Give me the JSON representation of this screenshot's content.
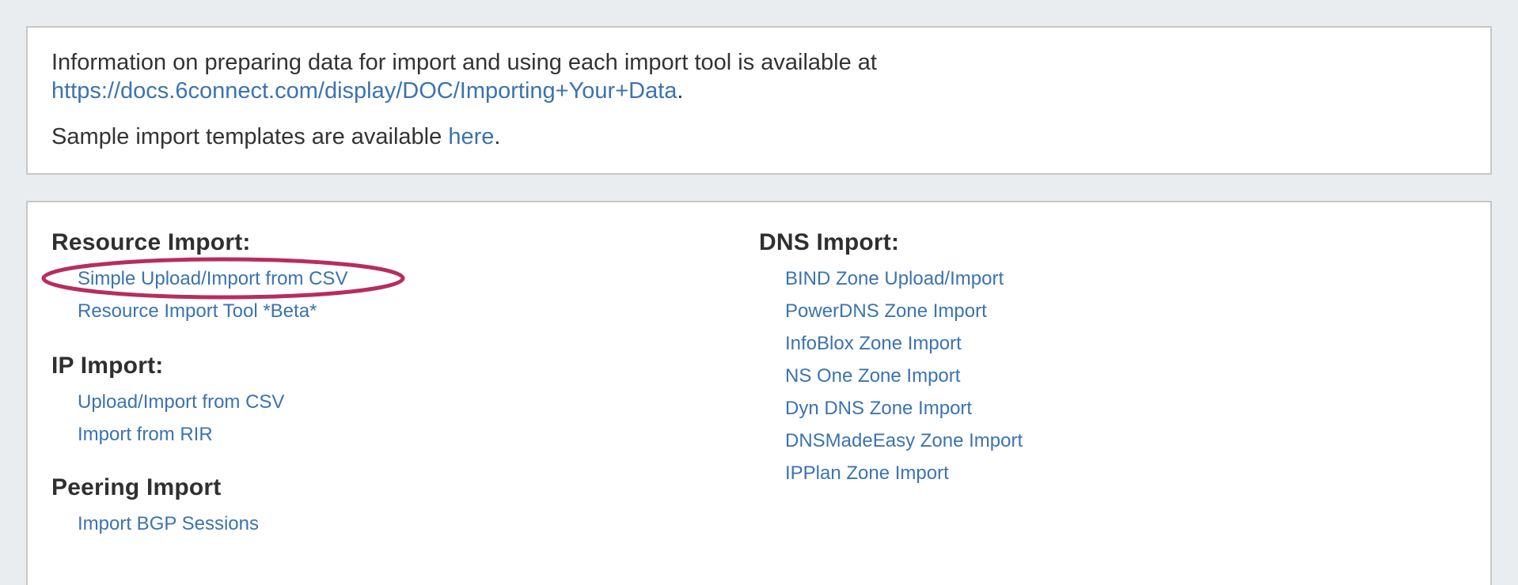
{
  "info_panel": {
    "line1_prefix": "Information on preparing data for import and using each import tool is available at ",
    "line1_link": "https://docs.6connect.com/display/DOC/Importing+Your+Data",
    "line1_suffix": ".",
    "line2_prefix": "Sample import templates are available ",
    "line2_link": "here",
    "line2_suffix": "."
  },
  "import_panel": {
    "left_sections": [
      {
        "heading": "Resource Import:",
        "links": [
          "Simple Upload/Import from CSV",
          "Resource Import Tool *Beta*"
        ]
      },
      {
        "heading": "IP Import:",
        "links": [
          "Upload/Import from CSV",
          "Import from RIR"
        ]
      },
      {
        "heading": "Peering Import",
        "links": [
          "Import BGP Sessions"
        ]
      }
    ],
    "right_sections": [
      {
        "heading": "DNS Import:",
        "links": [
          "BIND Zone Upload/Import",
          "PowerDNS Zone Import",
          "InfoBlox Zone Import",
          "NS One Zone Import",
          "Dyn DNS Zone Import",
          "DNSMadeEasy Zone Import",
          "IPPlan Zone Import"
        ]
      }
    ],
    "annotation": {
      "type": "ellipse",
      "target": "Simple Upload/Import from CSV"
    }
  },
  "colors": {
    "page_bg": "#e9edf0",
    "panel_bg": "#ffffff",
    "panel_border": "#c7c7c7",
    "text": "#333333",
    "heading": "#2f2f2f",
    "link": "#3b73af",
    "annotation": "#b72d5e"
  }
}
